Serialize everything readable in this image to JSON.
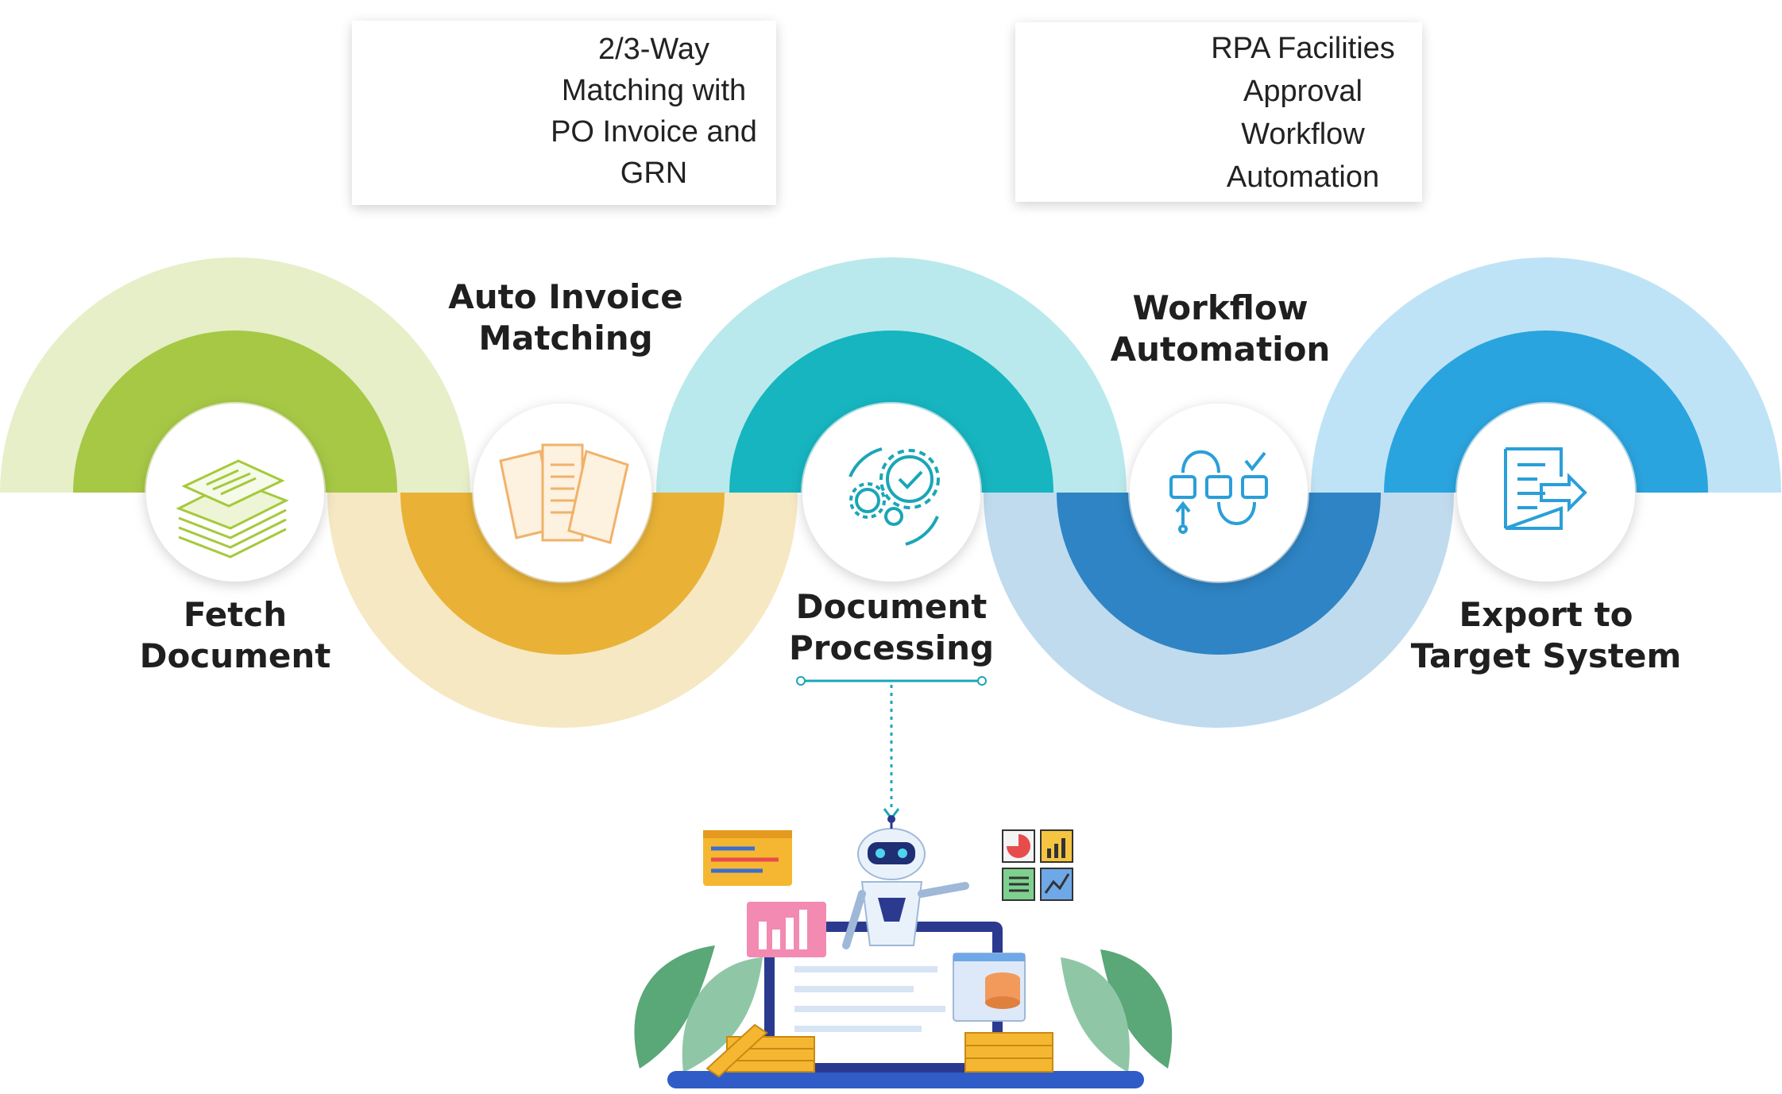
{
  "callouts": {
    "matching": {
      "lines": [
        "2/3-Way",
        "Matching with",
        "PO Invoice and",
        "GRN"
      ],
      "illustration": "person-with-laptop-illustration"
    },
    "rpa": {
      "lines": [
        "RPA Facilities",
        "Approval",
        "Workflow",
        "Automation"
      ],
      "illustration": "document-hourglass-pencil-illustration"
    }
  },
  "steps": [
    {
      "id": "fetch",
      "lines": [
        "Fetch",
        "Document"
      ],
      "icon": "document-stack-icon",
      "color": "#a6c845",
      "light": "#e6efc8"
    },
    {
      "id": "matching",
      "lines": [
        "Auto Invoice",
        "Matching"
      ],
      "icon": "invoices-icon",
      "color": "#e9b236",
      "light": "#f6e8c2"
    },
    {
      "id": "processing",
      "lines": [
        "Document",
        "Processing"
      ],
      "icon": "gears-check-icon",
      "color": "#16b5c0",
      "light": "#b9e9ec"
    },
    {
      "id": "workflow",
      "lines": [
        "Workflow",
        "Automation"
      ],
      "icon": "workflow-icon",
      "color": "#2e84c4",
      "light": "#c0dbee"
    },
    {
      "id": "export",
      "lines": [
        "Export to",
        "Target System"
      ],
      "icon": "export-document-icon",
      "color": "#2aa4df",
      "light": "#bfe3f6"
    }
  ],
  "bottom_illustration": "robot-laptop-dashboard-illustration",
  "colors": {
    "icon_teal": "#1aa6b7",
    "icon_blue": "#2a9fd8",
    "icon_green": "#a5c93b",
    "icon_orange": "#f0b26a"
  }
}
